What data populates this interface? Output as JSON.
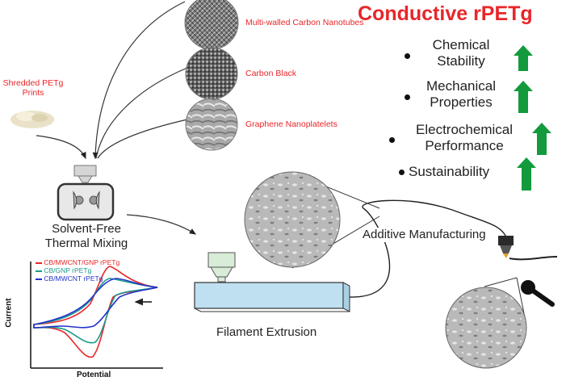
{
  "title": "Conductive rPETg",
  "input": {
    "label_line1": "Shredded PETg",
    "label_line2": "Prints"
  },
  "fillers": [
    {
      "label": "Multi-walled Carbon Nanotubes"
    },
    {
      "label": "Carbon Black"
    },
    {
      "label": "Graphene Nanoplatelets"
    }
  ],
  "properties": [
    {
      "line1": "Chemical",
      "line2": "Stability"
    },
    {
      "line1": "Mechanical",
      "line2": "Properties"
    },
    {
      "line1": "Electrochemical",
      "line2": "Performance"
    },
    {
      "line1": "Sustainability",
      "line2": ""
    }
  ],
  "process": {
    "mixing_line1": "Solvent-Free",
    "mixing_line2": "Thermal Mixing",
    "extrusion": "Filament Extrusion",
    "additive": "Additive Manufacturing"
  },
  "cv_plot": {
    "xlabel": "Potential",
    "ylabel": "Current",
    "legend": [
      {
        "name": "CB/MWCNT/GNP rPETg",
        "color": "#e8262a"
      },
      {
        "name": "CB/GNP rPETg",
        "color": "#1a9a8a"
      },
      {
        "name": "CB/MWCNT rPETg",
        "color": "#2233cc"
      }
    ]
  },
  "colors": {
    "accent_red": "#e8262a",
    "arrow_green": "#139a3c",
    "filament_blue": "#bfe0f0"
  }
}
